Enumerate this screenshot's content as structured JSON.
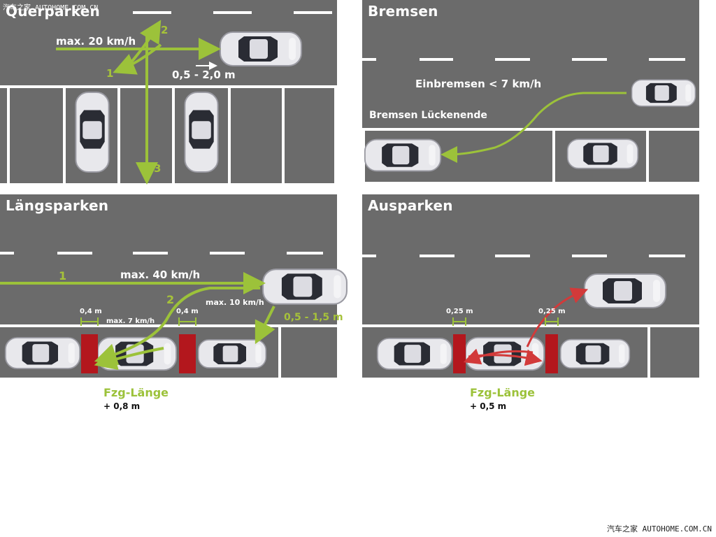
{
  "watermark": {
    "top": "汽车之家 AUTOHOME.COM.CN",
    "bottom": "汽车之家 AUTOHOME.COM.CN"
  },
  "colors": {
    "road": "#6b6b6b",
    "line": "#ffffff",
    "path_green": "#9cc23a",
    "path_red": "#d23a3a",
    "block_red": "#b3171d"
  },
  "panels": {
    "querparken": {
      "title": "Querparken",
      "speed": "max. 20 km/h",
      "distance": "0,5 - 2,0 m",
      "step1": "1",
      "step2": "2",
      "step3": "3"
    },
    "bremsen": {
      "title": "Bremsen",
      "brake_speed": "Einbremsen < 7 km/h",
      "gap_end": "Bremsen Lückenende"
    },
    "laengsparken": {
      "title": "Längsparken",
      "speed_pass": "max. 40 km/h",
      "speed_reverse": "max. 10 km/h",
      "speed_inside": "max. 7 km/h",
      "gap_left": "0,4 m",
      "gap_right": "0,4 m",
      "distance": "0,5 - 1,5 m",
      "step1": "1",
      "step2": "2",
      "length_label": "Fzg-Länge",
      "length_add": "+ 0,8 m"
    },
    "ausparken": {
      "title": "Ausparken",
      "gap_left": "0,25 m",
      "gap_right": "0,25 m",
      "length_label": "Fzg-Länge",
      "length_add": "+ 0,5 m"
    }
  }
}
